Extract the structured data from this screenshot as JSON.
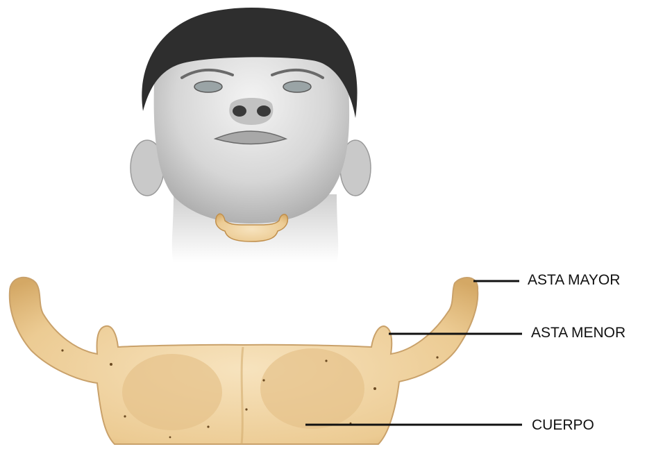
{
  "labels": {
    "asta_mayor": "ASTA MAYOR",
    "asta_menor": "ASTA MENOR",
    "cuerpo": "CUERPO"
  },
  "colors": {
    "background": "#ffffff",
    "bone": "#f0d6a8",
    "bone_shadow": "#d9b47a",
    "skin": "#d8d8d8",
    "hair": "#2e2e2e",
    "leader_line": "#111111"
  },
  "illustration": {
    "subject": "hyoid bone",
    "views": [
      "head-tilted-back-with-hyoid",
      "hyoid-enlarged"
    ]
  }
}
